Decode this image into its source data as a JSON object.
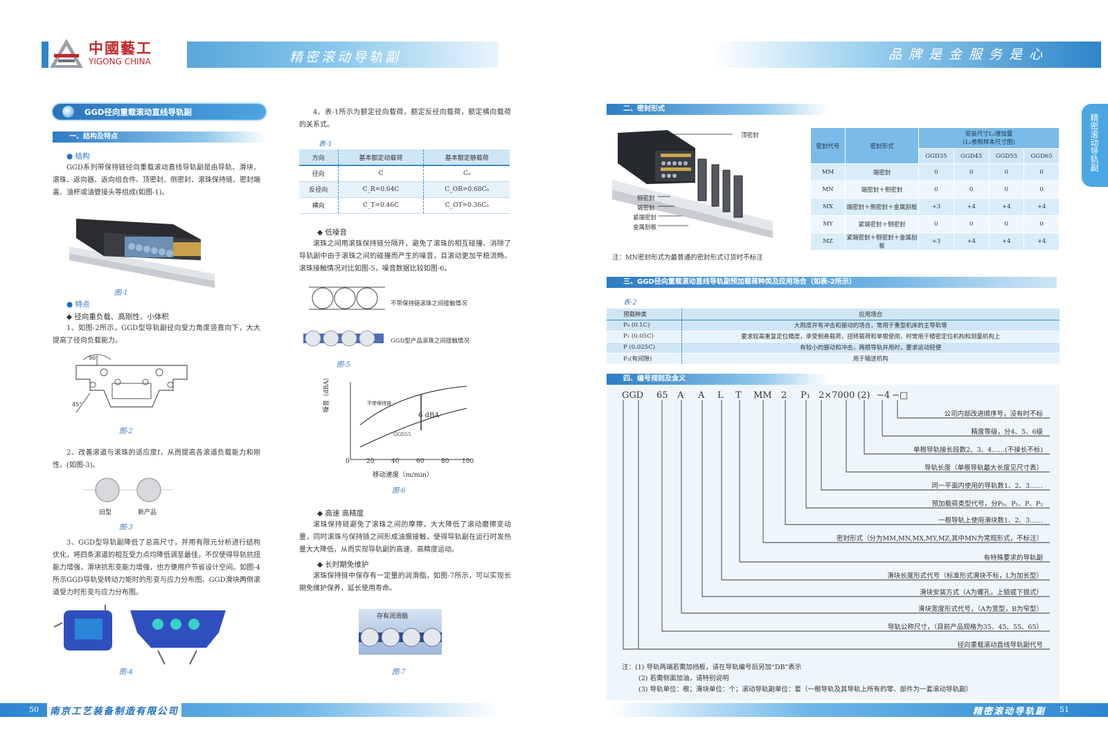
{
  "header": {
    "brand_cn": "中國藝工",
    "brand_en": "YIGONG CHINA",
    "left_title": "精密滚动导轨副",
    "right_title": "品牌是金服务是心"
  },
  "footer": {
    "left_page": "50",
    "company": "南京工艺装备制造有限公司",
    "right_title": "精密滚动导轨副",
    "right_page": "51"
  },
  "side_tab": "精密滚动导轨副",
  "left": {
    "main_title": "GGD径向重载滚动直线导轨副",
    "section1": "一、结构及特点",
    "structure_heading": "● 结构",
    "structure_text": "GGD系列带保持链径向重载滚动直线导轨副是由导轨、滑块、滚珠、返向器、返向组合件、顶密封、侧密封、滚珠保持链、密封端盖、油杯或油管接头等组成(如图-1)。",
    "fig1": "图-1",
    "features_heading": "● 特点",
    "feature_a": "◆ 径向重负载、高刚性、小体积",
    "feature_1": "1、如图-2所示，GGD型导轨副径向受力角度竖直向下，大大提高了径向负载能力。",
    "fig2": "图-2",
    "fig2_angle1": "90°",
    "fig2_angle2": "45°",
    "feature_2": "2、改善滚道与滚珠的适应度f，从而提高各滚道负载能力和刚性。(如图-3)。",
    "fig3_old": "旧型",
    "fig3_new": "新产品",
    "fig3": "图-3",
    "feature_3": "3、GGD型导轨副降低了总高尺寸，并用有限元分析进行结构优化，将四条滚道的相互受力点均降低调至最佳，不仅使得导轨抗扭能力增强，滑块抗形变能力增强，也方便用户节省设计空间。如图-4所示GGD导轨受转动力矩时的形变与应力分布图、GGD滑块两侧滚道受力时形变与应力分布图。",
    "fig4": "图-4"
  },
  "middle": {
    "para4": "4、表-1所示为额定径向载荷，额定反径向载荷，额定横向载荷的关系式。",
    "table1_label": "表-1",
    "table1": {
      "headers": [
        "方向",
        "基本额定动载荷",
        "基本额定静载荷"
      ],
      "rows": [
        [
          "径向",
          "C",
          "C₀"
        ],
        [
          "反径向",
          "C_R=0.64C",
          "C_OR=0.68C₀"
        ],
        [
          "横向",
          "C_T=0.46C",
          "C_OT=0.36C₀"
        ]
      ]
    },
    "low_noise": "◆ 低噪音",
    "low_noise_text": "滚珠之间用滚珠保持链分隔开，避免了滚珠的相互碰撞、消除了导轨副中由于滚珠之间的碰撞而产生的噪音，且滚动更加平稳流畅。滚珠接触情况对比如图-5，噪音数据比较如图-6。",
    "fig5_a": "不带保持链滚珠之间接触情况",
    "fig5_b": "GGD型产品滚珠之间接触情况",
    "fig5": "图-5",
    "chart": {
      "ylabel": "噪音（dBA）",
      "xlabel": "移动速度（m/min）",
      "label_a": "不带保持链",
      "label_b": "GGD55",
      "annot": "6 dBA",
      "x_ticks": [
        "0",
        "20",
        "40",
        "60",
        "80",
        "100"
      ]
    },
    "fig6": "图-6",
    "high_speed": "◆ 高速 高精度",
    "high_speed_text": "滚珠保持链避免了滚珠之间的摩擦，大大降低了滚动磨擦变动量，同时滚珠与保持链之间形成油膜接触，使得导轨副在运行时发热量大大降低，从而实现导轨副的高速、高精度运动。",
    "long_term": "◆ 长时期免维护",
    "long_term_text": "滚珠保持链中保存有一定量的润滑脂，如图-7所示，可以实现长期免维护保养，延长使用寿命。",
    "fig7_label": "存有润滑脂",
    "fig7": "图-7"
  },
  "right": {
    "section2": "二、密封形式",
    "seal_top": "顶密封",
    "seal_labels": [
      "侧密封",
      "端密封",
      "紧端密封",
      "金属刮板"
    ],
    "seal_note": "注：MN密封形式为最普通的密封形式订货时不标注",
    "seal_table": {
      "h_code": "密封代号",
      "h_form": "密封形式",
      "h_add": "安装尺寸L₁增加量",
      "h_add2": "(L₁参照样本尺寸图)",
      "sizes": [
        "GGD35",
        "GGD45",
        "GGD55",
        "GGD65"
      ],
      "rows": [
        [
          "MM",
          "端密封",
          "0",
          "0",
          "0",
          "0"
        ],
        [
          "MN",
          "端密封＋侧密封",
          "0",
          "0",
          "0",
          "0"
        ],
        [
          "MX",
          "端密封＋侧密封＋金属刮板",
          "+3",
          "+4",
          "+4",
          "+4"
        ],
        [
          "MY",
          "紧端密封＋侧密封",
          "0",
          "0",
          "0",
          "0"
        ],
        [
          "MZ",
          "紧端密封＋侧密封＋金属刮板",
          "+3",
          "+4",
          "+4",
          "+4"
        ]
      ]
    },
    "section3": "三、GGD径向重载滚动直线导轨副预加载荷种类及应用场合（如表-2所示）",
    "table2_label": "表-2",
    "table2": {
      "headers": [
        "预载种类",
        "应用场合"
      ],
      "rows": [
        [
          "P₀ (0.1C)",
          "大刚度并有冲击和振动的场合，常用于重型机床的主导轨等"
        ],
        [
          "P₁ (0.05C)",
          "要求较高重复定位精度，承受侧悬载荷，扭转载荷和单根使用，时常用于精密定位机构和测量机构上"
        ],
        [
          "P (0.025C)",
          "有较小的振动和冲击，两根导轨并用时，要求运动轻便"
        ],
        [
          "P₂(有间隙)",
          "用于输送机构"
        ]
      ]
    },
    "section4": "四、编号规则及含义",
    "code_parts": [
      "GGD",
      "65",
      "A",
      "A",
      "L",
      "T",
      "MM",
      "2",
      "P₁",
      "2×7000",
      "(2)",
      "−4",
      "−□"
    ],
    "code_desc": [
      "公司内部改进顺序号，没有时不标",
      "精度等级，分4、5、6级",
      "单根导轨接长段数2、3、4……(不接长不标)",
      "导轨长度（单根导轨最大长度见尺寸表）",
      "同一平面内使用的导轨数1、2、3……",
      "预加载荷类型代号，分P₀、P₁、P、P₂",
      "一根导轨上使用滑块数1、2、3……",
      "密封形式（分为MM,MN,MX,MY,MZ,其中MN为常规形式，不标注）",
      "有特殊要求的导轨副",
      "滑块长度形式代号（标准形式滑块不标，L为加长型）",
      "滑块安装方式（A为螺孔，上锁或下锁式）",
      "滑块宽度形式代号，（A为宽型，B为窄型）",
      "导轨公称尺寸，（目前产品规格为35、45、55、65）",
      "径向重载滚动直线导轨副代号"
    ],
    "notes": [
      "注：(1) 导轨两端若需加挡板，请在导轨编号后另加“DB”表示",
      "(2) 若需侧面加油，请特别说明",
      "(3) 导轨单位：根；滑块单位：个；滚动导轨副单位：套（一根导轨及其导轨上所有的零、部件为一套滚动导轨副）"
    ]
  },
  "colors": {
    "accent": "#2c7cc4",
    "light": "#d9ecf9",
    "red": "#c0282b"
  }
}
